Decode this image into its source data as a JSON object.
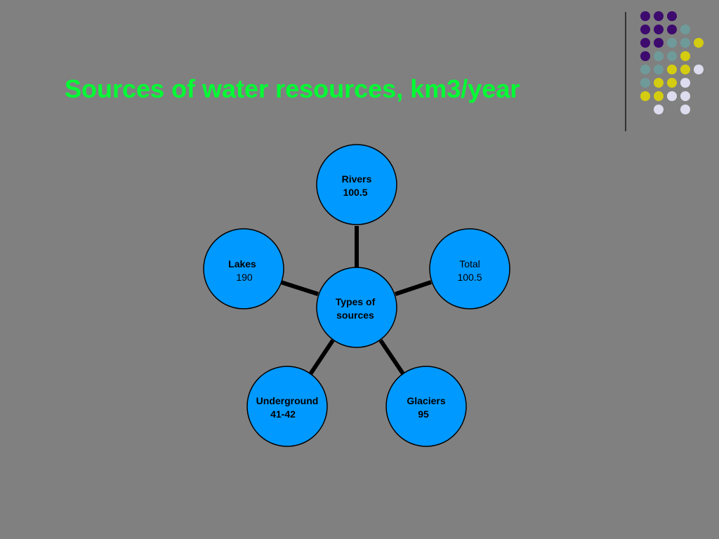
{
  "title": "Sources of water resources, km3/year",
  "colors": {
    "background": "#808080",
    "title": "#00ff33",
    "node_fill": "#0099ff",
    "node_stroke": "#000000",
    "connector": "#000000",
    "dot_purple": "#3d0a6e",
    "dot_teal": "#6f9a9a",
    "dot_yellow": "#d4cc10",
    "dot_lavender": "#dcdcee"
  },
  "diagram": {
    "center": {
      "line1": "Types of",
      "line2": "sources"
    },
    "nodes": [
      {
        "id": "rivers",
        "line1": "Rivers",
        "line2": "100.5",
        "bold": true
      },
      {
        "id": "total",
        "line1": "Total",
        "line2": "100.5",
        "bold": false
      },
      {
        "id": "glaciers",
        "line1": "Glaciers",
        "line2": "95",
        "bold": true
      },
      {
        "id": "underground",
        "line1": "Underground",
        "line2": "41-42",
        "bold": true
      },
      {
        "id": "lakes",
        "line1": "Lakes",
        "line2": "190",
        "bold": "partial"
      }
    ]
  },
  "decoration": {
    "dot_rows": [
      [
        "purple",
        "purple",
        "purple"
      ],
      [
        "purple",
        "purple",
        "purple",
        "teal"
      ],
      [
        "purple",
        "purple",
        "teal",
        "teal",
        "yellow"
      ],
      [
        "purple",
        "teal",
        "teal",
        "yellow"
      ],
      [
        "teal",
        "teal",
        "yellow",
        "yellow",
        "lavender"
      ],
      [
        "teal",
        "yellow",
        "yellow",
        "lavender"
      ],
      [
        "yellow",
        "yellow",
        "lavender",
        "lavender"
      ],
      [
        "lavender",
        "lavender"
      ]
    ]
  }
}
